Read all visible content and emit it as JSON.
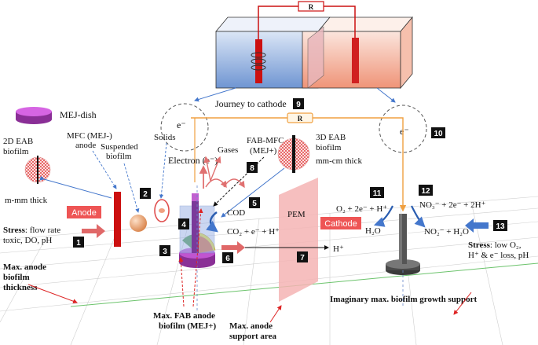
{
  "resistor_label": "R",
  "legend": {
    "mej_dish": "MEJ-dish"
  },
  "labels": {
    "eab_2d": [
      "2D EAB",
      "biofilm"
    ],
    "m_mm": "m-mm thick",
    "mfc_anode": [
      "MFC (MEJ-)",
      "anode"
    ],
    "suspended": [
      "Suspended",
      "biofilm"
    ],
    "solids": "Solids",
    "gases": "Gases",
    "electron": "Electron (e⁻)",
    "fab_mfc": [
      "FAB-MFC",
      "(MEJ+)"
    ],
    "journey": "Journey to cathode",
    "eab_3d": [
      "3D EAB",
      "biofilm"
    ],
    "mm_cm": "mm-cm thick",
    "pem": "PEM",
    "cod": "COD",
    "cod_reaction": "CO₂ + e⁻ + H⁺",
    "hplus": "H⁺",
    "o2_reaction": "O₂ + 2e⁻ + H⁺",
    "h2o": "H₂O",
    "no3_reaction": "NO₃⁻ + 2e⁻ + 2H⁺",
    "no2_reaction": "NO₂⁻ + H₂O",
    "e_minus": "e⁻",
    "anode_tag": "Anode",
    "cathode_tag": "Cathode",
    "stress_left": {
      "bold": "Stress",
      "line1": ": flow rate",
      "line2": "toxic, DO, pH"
    },
    "stress_right": {
      "bold": "Stress",
      "line1": ": low O₂,",
      "line2": "H⁺ & e⁻ loss, pH"
    },
    "max_anode_thickness": [
      "Max. anode",
      "biofilm",
      "thickness"
    ],
    "max_fab": [
      "Max. FAB anode",
      "biofilm (MEJ+)"
    ],
    "max_support": [
      "Max. anode",
      "support area"
    ],
    "imaginary": "Imaginary max. biofilm growth support"
  },
  "badges": [
    "1",
    "2",
    "3",
    "4",
    "5",
    "6",
    "7",
    "8",
    "9",
    "10",
    "11",
    "12",
    "13"
  ],
  "colors": {
    "anode_red": "#cc1010",
    "tag_red": "#ee5555",
    "pem_pink": "#f2aaaa",
    "dish_purple": "#b040c0",
    "blue_label": "#1a6fc4",
    "cathode_gray": "#555555",
    "badge_black": "#111111",
    "arrow_red": "#e05050",
    "arrow_blue": "#4477cc",
    "orange_path": "#f0a040"
  }
}
